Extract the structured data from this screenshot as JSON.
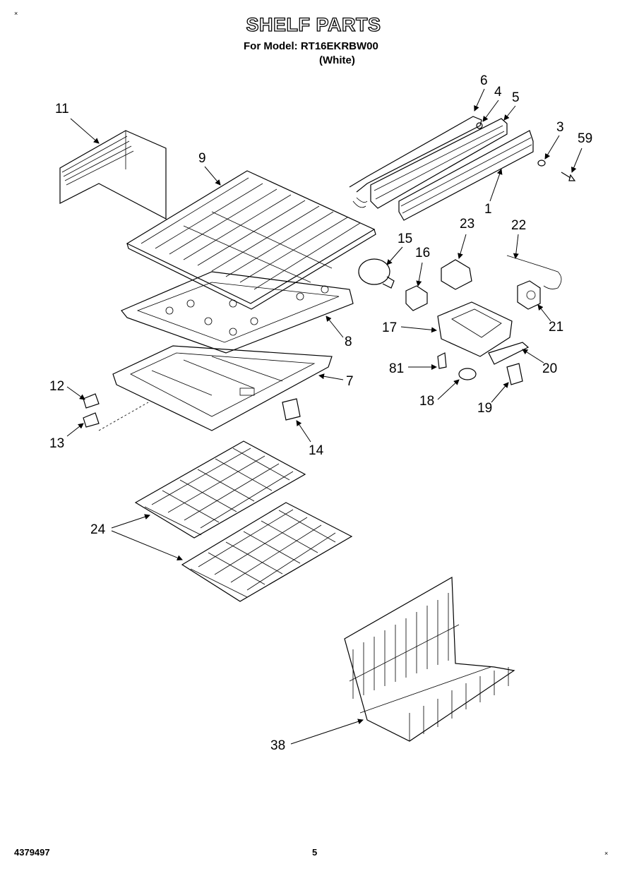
{
  "header": {
    "title": "SHELF PARTS",
    "model_line": "For Model: RT16EKRBW00",
    "color_line": "(White)"
  },
  "footer": {
    "doc_number": "4379497",
    "page_number": "5"
  },
  "callouts": [
    "11",
    "9",
    "6",
    "4",
    "5",
    "3",
    "59",
    "1",
    "15",
    "16",
    "23",
    "22",
    "21",
    "17",
    "20",
    "81",
    "18",
    "19",
    "8",
    "7",
    "12",
    "13",
    "14",
    "24",
    "38"
  ]
}
